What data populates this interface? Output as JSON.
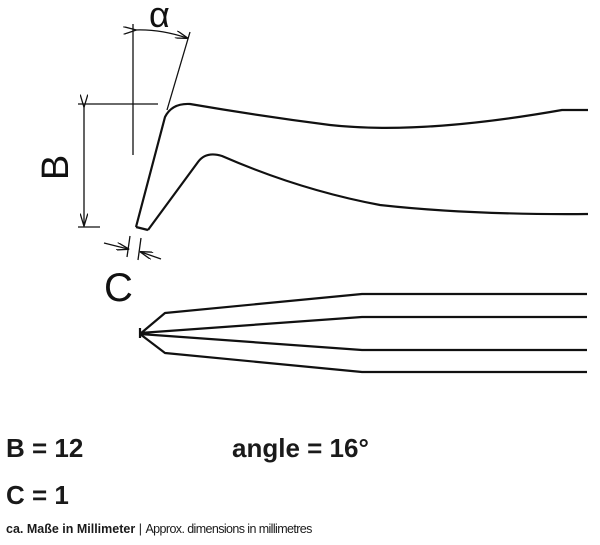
{
  "labels": {
    "alpha": "α",
    "b": "B",
    "c": "C"
  },
  "values": {
    "b": "B = 12",
    "c": "C = 1",
    "angle": "angle = 16°"
  },
  "footer": {
    "de": "ca. Maße in Millimeter",
    "separator": "|",
    "en": "Approx. dimensions in millimetres"
  }
}
